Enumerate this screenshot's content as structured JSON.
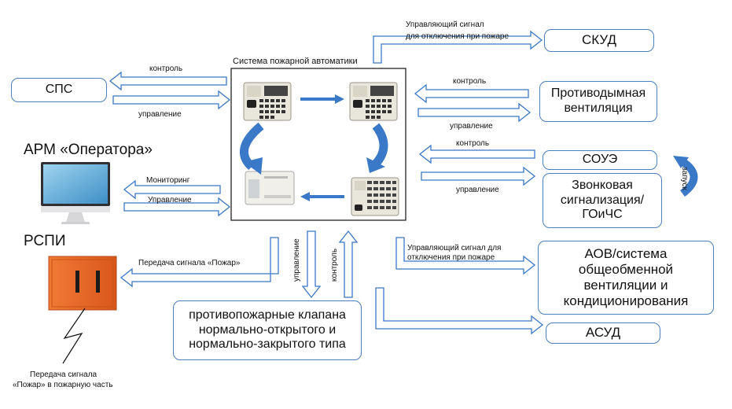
{
  "system": {
    "title": "Система пожарной автоматики"
  },
  "nodes": {
    "sps": "СПС",
    "arm": "АРМ «Оператора»",
    "rspi": "РСПИ",
    "skud": "СКУД",
    "smoke_vent_1": "Противодымная",
    "smoke_vent_2": "вентиляция",
    "soue": "СОУЭ",
    "bell_1": "Звонковая",
    "bell_2": "сигнализация/",
    "bell_3": "ГОиЧС",
    "aov_1": "АОВ/система",
    "aov_2": "общеобменной",
    "aov_3": "вентиляции и",
    "aov_4": "кондиционирования",
    "asud": "АСУД",
    "valves_1": "противопожарные клапана",
    "valves_2": "нормально-открытого и",
    "valves_3": "нормально-закрытого типа"
  },
  "labels": {
    "sps_control": "контроль",
    "sps_manage": "управление",
    "arm_monitoring": "Мониторинг",
    "arm_manage": "Управление",
    "rspi_signal": "Передача сигнала «Пожар»",
    "fire_dept_1": "Передача сигнала",
    "fire_dept_2": "«Пожар» в пожарную часть",
    "skud_signal_1": "Управляющий сигнал",
    "skud_signal_2": "для отключения при пожаре",
    "vent_control": "контроль",
    "vent_manage": "управление",
    "soue_control": "контроль",
    "soue_manage": "управление",
    "launch": "запуск",
    "aov_signal_1": "Управляющий сигнал  для",
    "aov_signal_2": "отключения при пожаре",
    "valves_manage": "управление",
    "valves_control": "контроль"
  },
  "colors": {
    "accent": "#4a7fc0",
    "arrow_fill": "#3a78c8",
    "rspi_orange": "#e8621f"
  },
  "icons": [
    "fire-panel-device",
    "monitor-icon",
    "rspi-cabinet-icon",
    "lightning-icon"
  ]
}
